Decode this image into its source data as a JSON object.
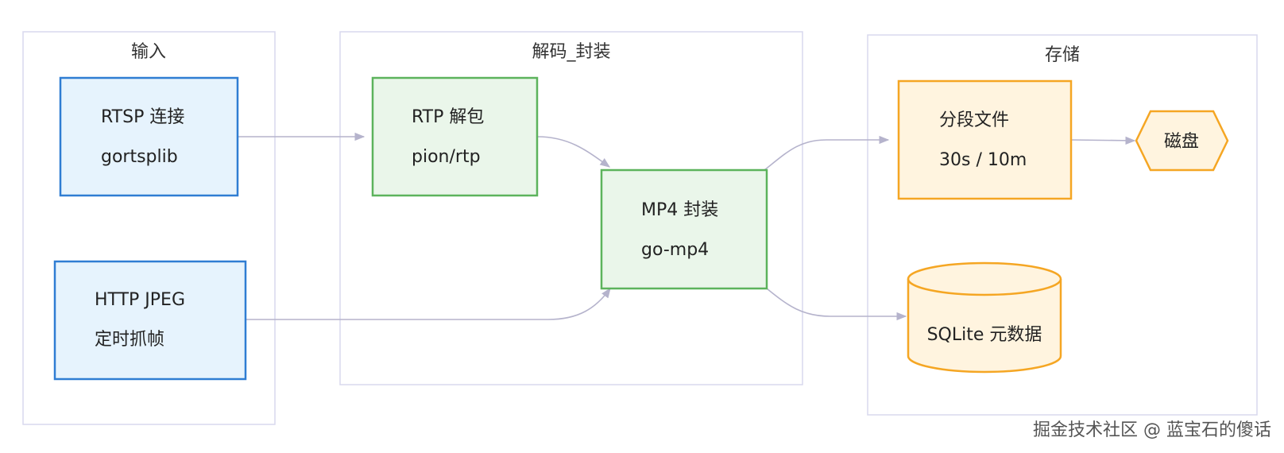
{
  "clusters": {
    "input": {
      "title": "输入"
    },
    "decode": {
      "title": "解码_封装"
    },
    "storage": {
      "title": "存储"
    }
  },
  "nodes": {
    "rtsp": {
      "line1": "RTSP 连接",
      "line2": "gortsplib"
    },
    "http": {
      "line1": "HTTP JPEG",
      "line2": "定时抓帧"
    },
    "rtp": {
      "line1": "RTP 解包",
      "line2": "pion/rtp"
    },
    "mp4": {
      "line1": "MP4 封装",
      "line2": "go-mp4"
    },
    "segment": {
      "line1": "分段文件",
      "line2": "30s / 10m"
    },
    "disk": {
      "label": "磁盘"
    },
    "sqlite": {
      "label": "SQLite 元数据"
    }
  },
  "watermark": "掘金技术社区 @ 蓝宝石的傻话",
  "colors": {
    "input_fill": "#e6f3fd",
    "input_stroke": "#2f7dd3",
    "decode_fill": "#eaf6ea",
    "decode_stroke": "#5cb35c",
    "storage_fill": "#fff4df",
    "storage_stroke": "#f5a623",
    "edge": "#b5b3cc"
  }
}
